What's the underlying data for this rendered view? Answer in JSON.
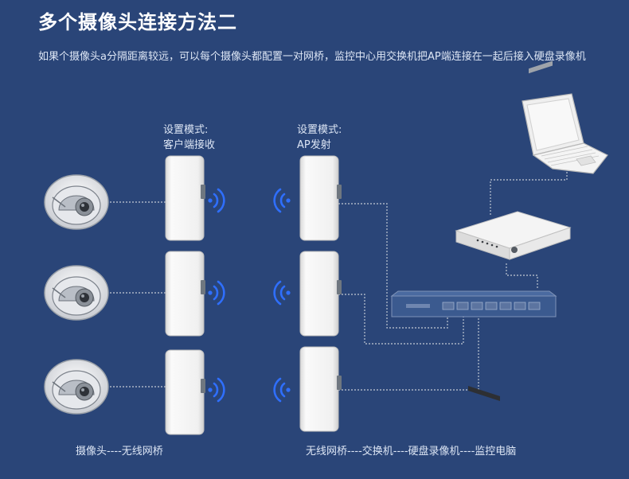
{
  "title": "多个摄像头连接方法二",
  "description": "如果个摄像头a分隔距离较远，可以每个摄像头都配置一对网桥，监控中心用交换机把AP端连接在一起后接入硬盘录像机",
  "client_label": {
    "line1": "设置模式:",
    "line2": "客户端接收"
  },
  "ap_label": {
    "line1": "设置模式:",
    "line2": "AP发射"
  },
  "caption_left": "摄像头----无线网桥",
  "caption_right": "无线网桥----交换机----硬盘录像机----监控电脑",
  "colors": {
    "background": "#2a4578",
    "wire": "#a9b4c6",
    "signal": "#2f6fff",
    "device": "#f2f2f2"
  },
  "icons": [
    "dome-camera-icon",
    "wireless-bridge-icon",
    "wifi-signal-icon",
    "network-switch-icon",
    "dvr-icon",
    "laptop-icon"
  ]
}
